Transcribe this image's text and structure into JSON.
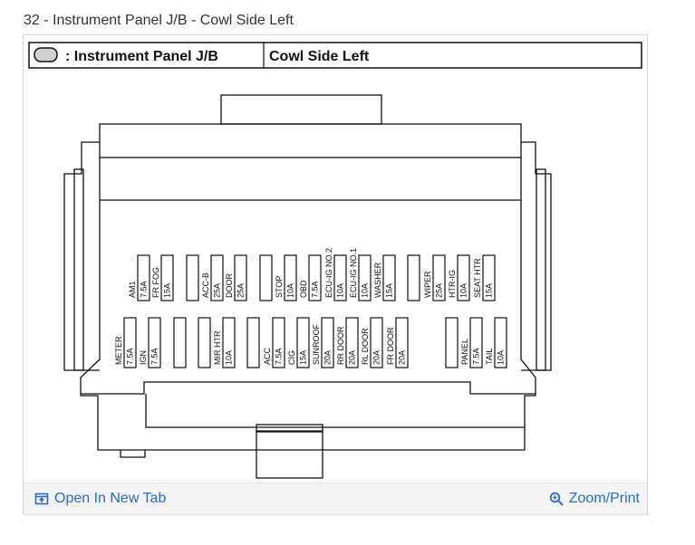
{
  "page": {
    "title": "32 - Instrument Panel J/B - Cowl Side Left"
  },
  "header": {
    "location_left": ": Instrument Panel J/B",
    "location_right": "Cowl Side Left"
  },
  "footer": {
    "open_label": "Open In New Tab",
    "zoom_label": "Zoom/Print"
  },
  "icons": {
    "open": "open-new-tab-icon",
    "zoom": "magnifier-icon",
    "connector": "connector-symbol-icon"
  },
  "colors": {
    "link": "#2a6ebb",
    "line": "#111111"
  },
  "fuses_top": [
    {
      "name": "AM1",
      "amp": "7.5A"
    },
    {
      "name": "FR FOG",
      "amp": "15A"
    },
    {
      "name": "",
      "amp": ""
    },
    {
      "name": "ACC-B",
      "amp": "25A"
    },
    {
      "name": "DOOR",
      "amp": "25A"
    },
    {
      "name": "",
      "amp": ""
    },
    {
      "name": "STOP",
      "amp": "10A"
    },
    {
      "name": "OBD",
      "amp": "7.5A"
    },
    {
      "name": "ECU-IG NO.2",
      "amp": "10A"
    },
    {
      "name": "ECU-IG NO.1",
      "amp": "10A"
    },
    {
      "name": "WASHER",
      "amp": "15A"
    },
    {
      "name": "",
      "amp": ""
    },
    {
      "name": "WIPER",
      "amp": "25A"
    },
    {
      "name": "HTR-IG",
      "amp": "10A"
    },
    {
      "name": "SEAT HTR",
      "amp": "15A"
    }
  ],
  "fuses_bottom": [
    {
      "name": "METER",
      "amp": "7.5A"
    },
    {
      "name": "IGN",
      "amp": "7.5A"
    },
    {
      "name": "",
      "amp": ""
    },
    {
      "name": "",
      "amp": ""
    },
    {
      "name": "MIR HTR",
      "amp": "10A"
    },
    {
      "name": "",
      "amp": ""
    },
    {
      "name": "ACC",
      "amp": "7.5A"
    },
    {
      "name": "CIG",
      "amp": "15A"
    },
    {
      "name": "SUNROOF",
      "amp": "20A"
    },
    {
      "name": "RR DOOR",
      "amp": "20A"
    },
    {
      "name": "RL DOOR",
      "amp": "20A"
    },
    {
      "name": "FR DOOR",
      "amp": "20A"
    },
    {
      "name": "",
      "amp": ""
    },
    {
      "name": "PANEL",
      "amp": "7.5A"
    },
    {
      "name": "TAIL",
      "amp": "10A"
    }
  ]
}
